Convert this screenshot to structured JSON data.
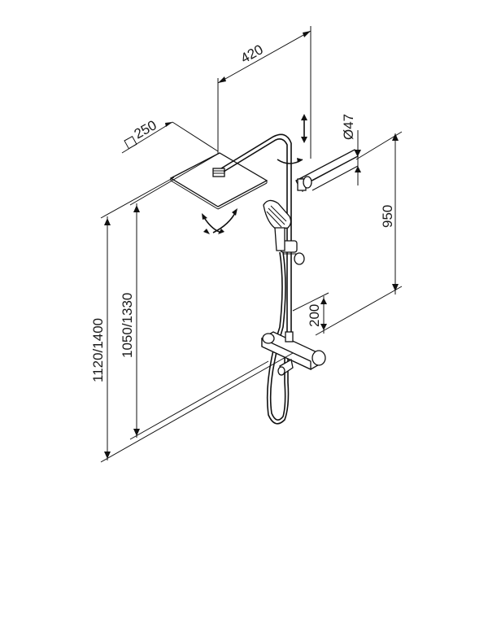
{
  "dimensions": {
    "arm_length": "420",
    "head_size": "250",
    "holder_diameter": "Ø47",
    "rail_height": "950",
    "spout_offset": "200",
    "height_max": "1120/1400",
    "height_mid": "1050/1330"
  },
  "icons": {
    "square_symbol": "square-outline",
    "rotate_head": "swivel-arrows",
    "rotate_arm": "curved-arrow",
    "slide_rail": "double-arrow"
  }
}
